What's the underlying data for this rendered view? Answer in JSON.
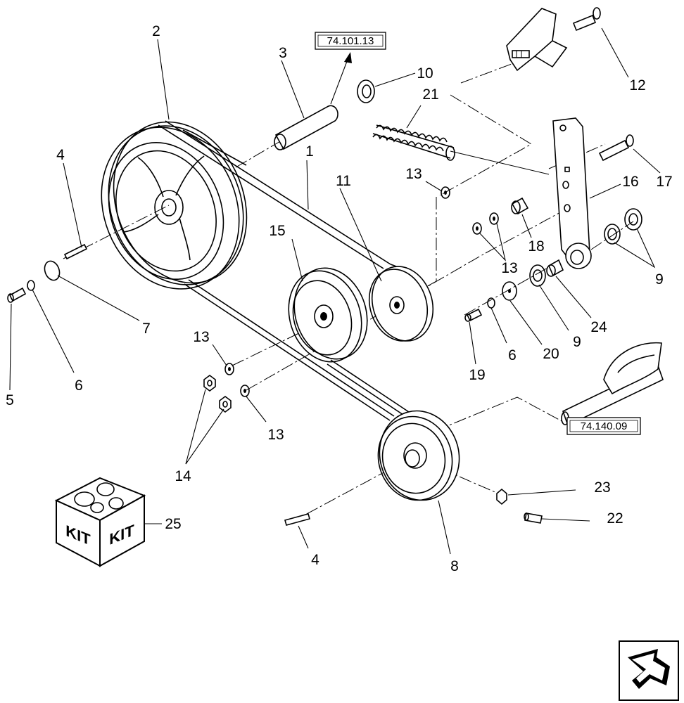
{
  "callouts": {
    "c1": "1",
    "c2": "2",
    "c3": "3",
    "c4a": "4",
    "c4b": "4",
    "c5": "5",
    "c6a": "6",
    "c6b": "6",
    "c7": "7",
    "c8": "8",
    "c9a": "9",
    "c9b": "9",
    "c10": "10",
    "c11": "11",
    "c12": "12",
    "c13a": "13",
    "c13b": "13",
    "c13c": "13",
    "c13d": "13",
    "c14": "14",
    "c15": "15",
    "c16": "16",
    "c17": "17",
    "c18": "18",
    "c19": "19",
    "c20": "20",
    "c21": "21",
    "c22": "22",
    "c23": "23",
    "c24": "24",
    "c25": "25"
  },
  "references": {
    "ref_top": "74.101.13",
    "ref_right": "74.140.09"
  },
  "kit_box": {
    "label_left": "KIT",
    "label_right": "KIT"
  },
  "nav_icon": "next-page-arrow-icon"
}
